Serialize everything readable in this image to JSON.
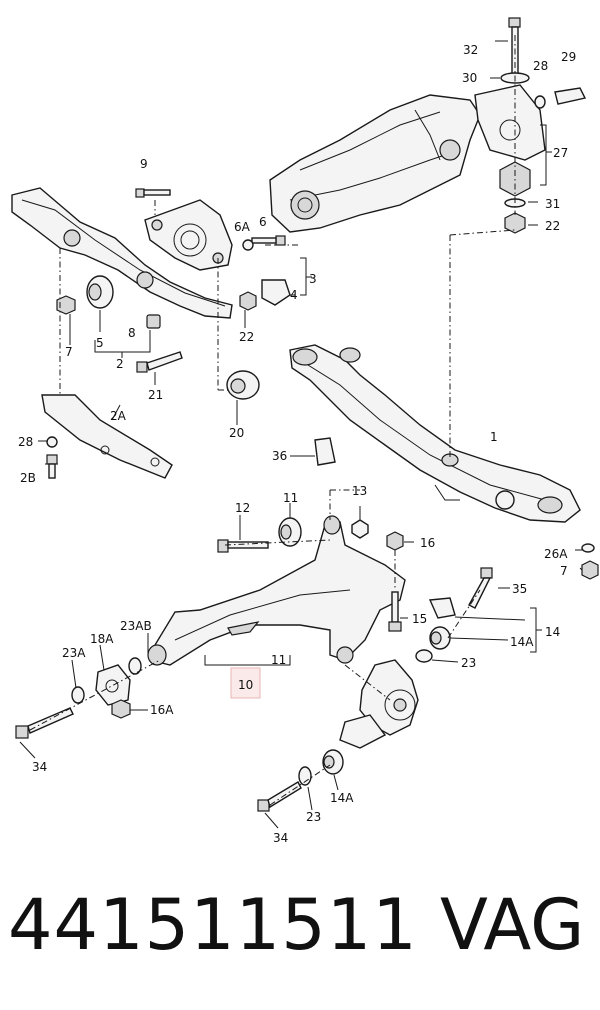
{
  "diagram": {
    "labels": {
      "l1": "1",
      "l2": "2",
      "l2a": "2A",
      "l2b": "2B",
      "l3": "3",
      "l4": "4",
      "l5": "5",
      "l6": "6",
      "l6a": "6A",
      "l7": "7",
      "l7b": "7",
      "l8": "8",
      "l9": "9",
      "l10": "10",
      "l11a": "11",
      "l11b": "11",
      "l12": "12",
      "l13": "13",
      "l14": "14",
      "l14a": "14A",
      "l14a2": "14A",
      "l15": "15",
      "l16": "16",
      "l16a": "16A",
      "l18a": "18A",
      "l20": "20",
      "l21": "21",
      "l22": "22",
      "l22b": "22",
      "l23": "23",
      "l23b": "23",
      "l23a": "23A",
      "l23ab": "23AB",
      "l26a": "26A",
      "l27": "27",
      "l28": "28",
      "l28b": "28",
      "l29": "29",
      "l30": "30",
      "l31": "31",
      "l32": "32",
      "l34": "34",
      "l34b": "34",
      "l35": "35",
      "l36": "36"
    }
  },
  "footer": {
    "part_number": "441511511",
    "brand": "VAG"
  }
}
